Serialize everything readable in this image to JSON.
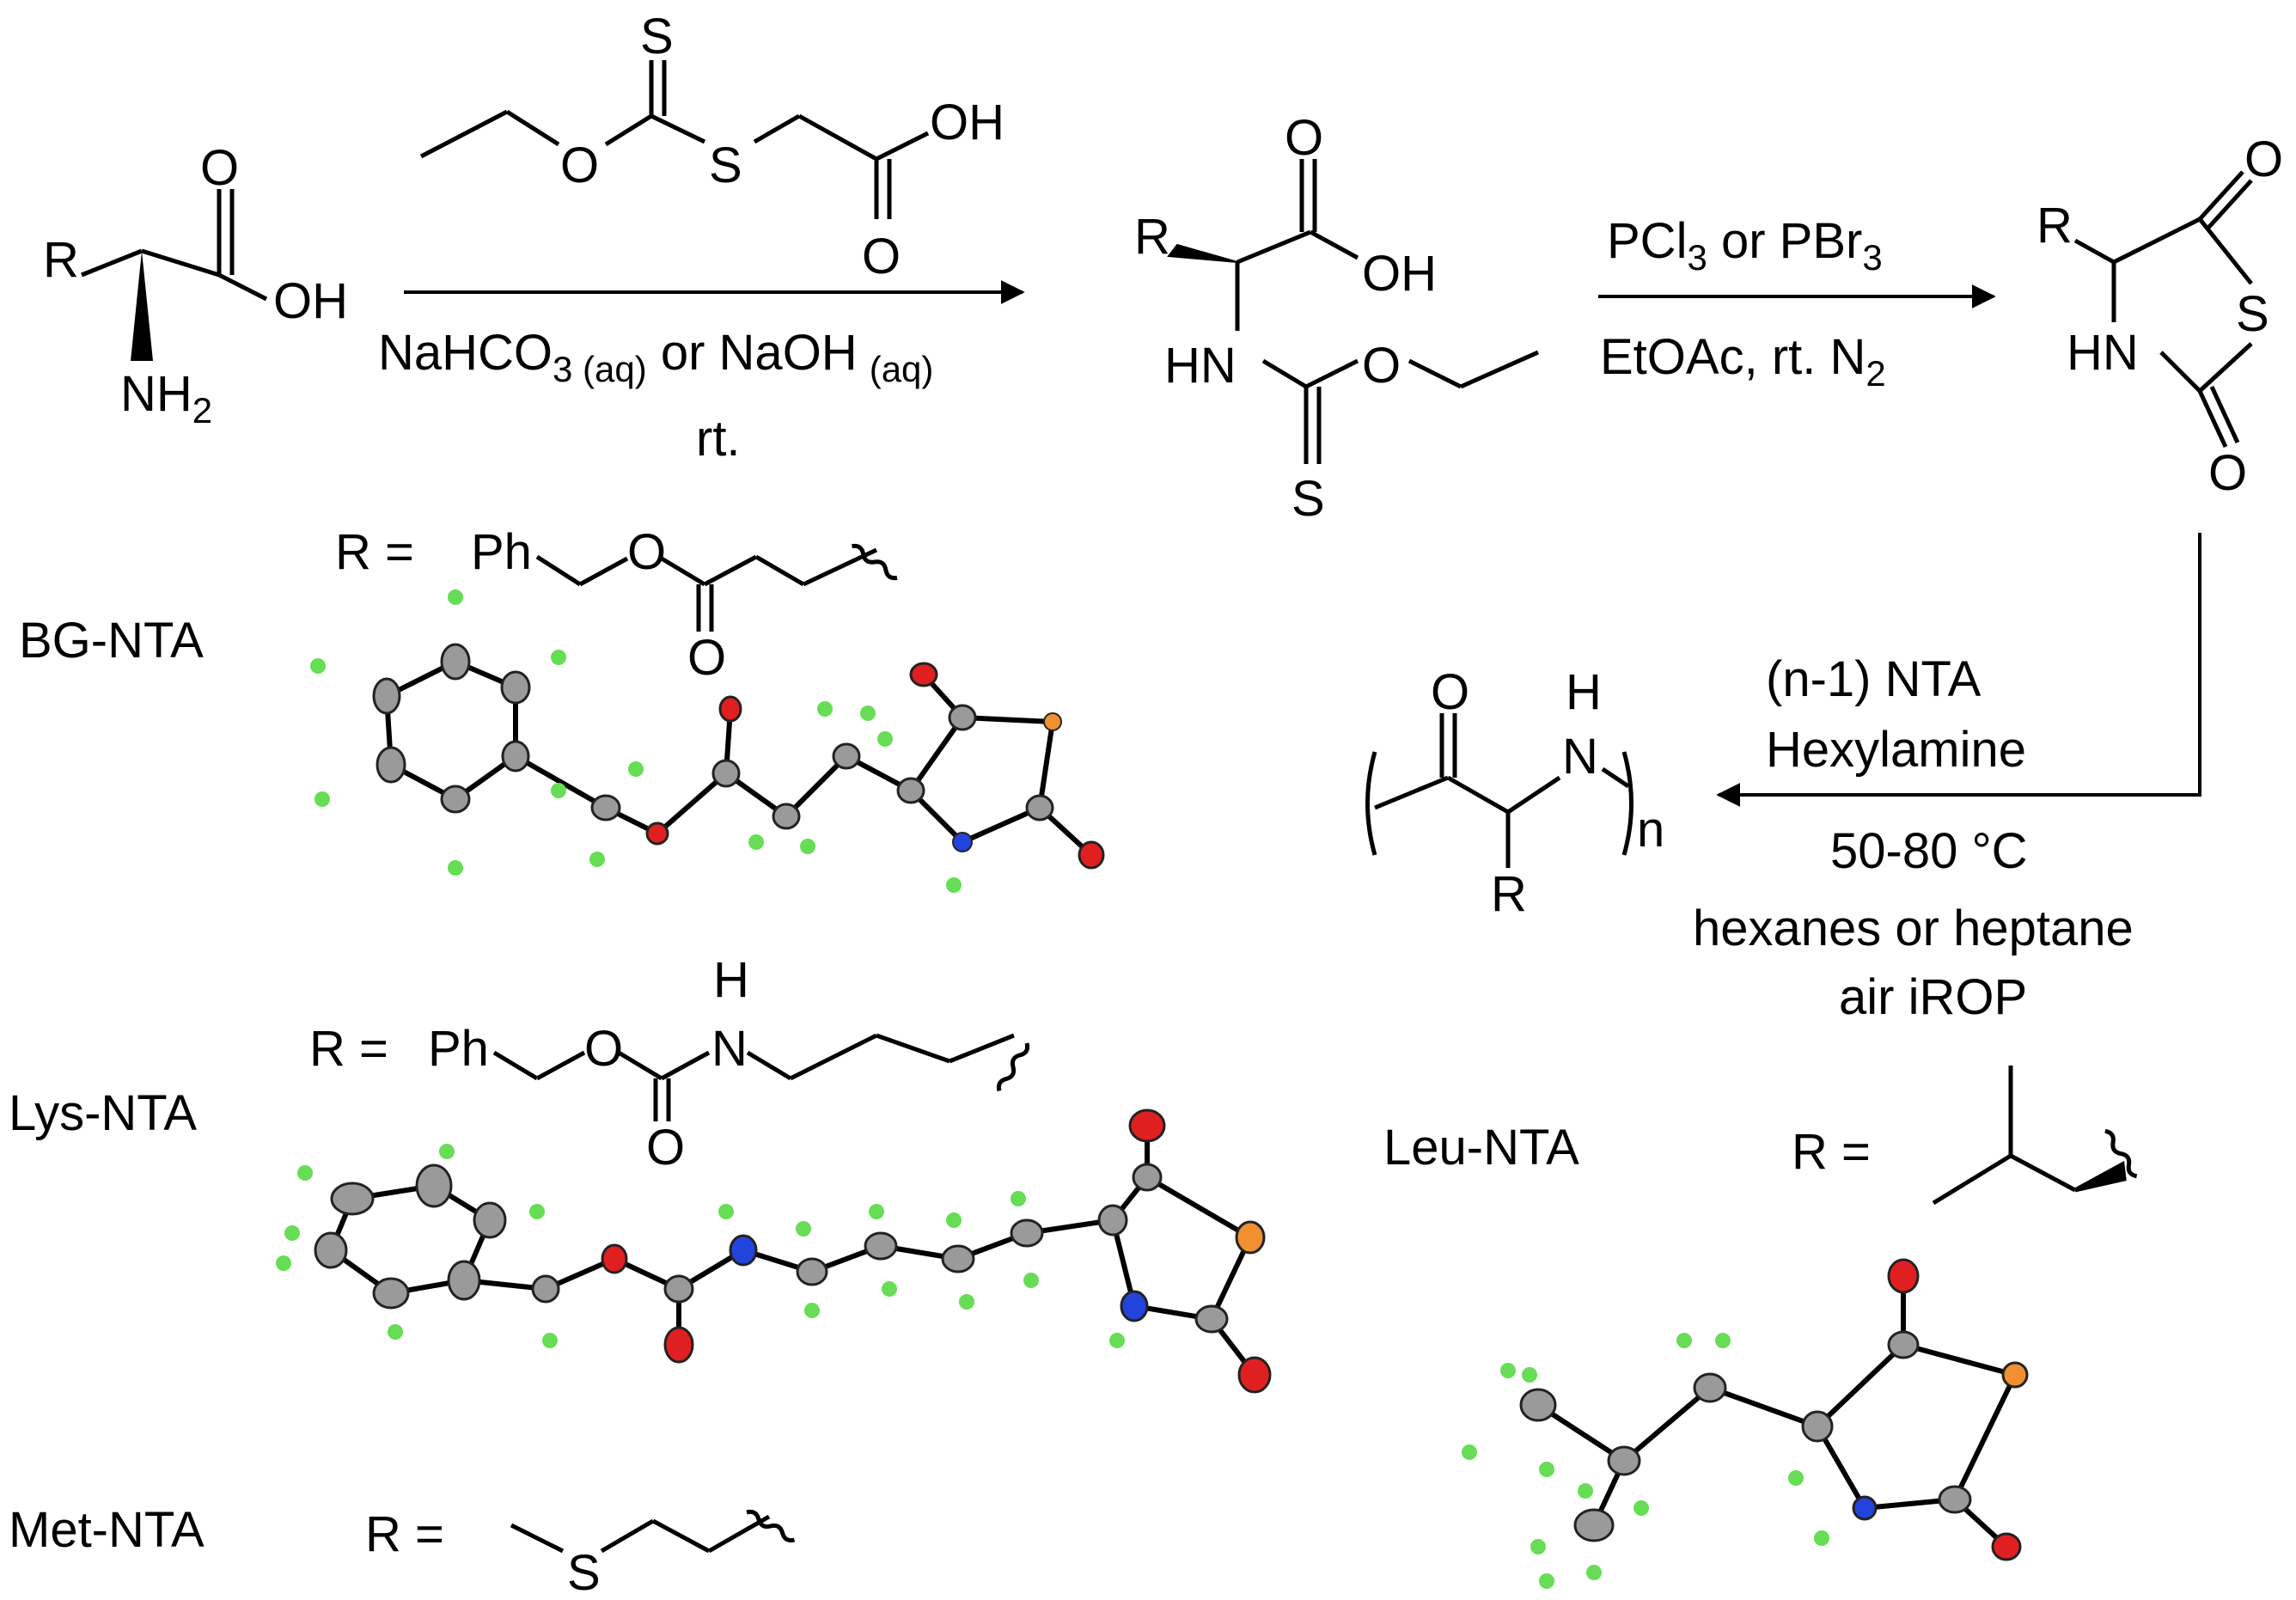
{
  "reaction_step1": {
    "reagent_line1": "NaHCO",
    "reagent_sub1": "3 (aq)",
    "reagent_mid": " or NaOH",
    "reagent_sub2": "(aq)",
    "condition": "rt."
  },
  "reaction_step2": {
    "reagent_a": "PCl",
    "reagent_a_sub": "3",
    "reagent_mid": " or PBr",
    "reagent_b_sub": "3",
    "solvent": "EtOAc, rt. N",
    "solvent_sub": "2"
  },
  "polymerization": {
    "line1": "(n-1) NTA",
    "line2": "Hexylamine",
    "line3": "50-80 °C",
    "line4": "hexanes or heptane",
    "line5": "air iROP",
    "repeat_index": "n"
  },
  "atom_labels": {
    "R": "R",
    "O": "O",
    "OH": "OH",
    "S": "S",
    "N": "N",
    "H": "H",
    "HN": "HN",
    "NH": "NH",
    "NH_sub": "2",
    "Ph": "Ph",
    "r_equals": "R ="
  },
  "monomers": [
    {
      "name": "BG-NTA"
    },
    {
      "name": "Lys-NTA"
    },
    {
      "name": "Leu-NTA"
    },
    {
      "name": "Met-NTA"
    }
  ],
  "colors": {
    "bond": "#000000",
    "carbon": "#9a9a9a",
    "hydrogen": "#66dd55",
    "oxygen": "#e02020",
    "nitrogen": "#2244dd",
    "sulfur": "#f09030"
  }
}
